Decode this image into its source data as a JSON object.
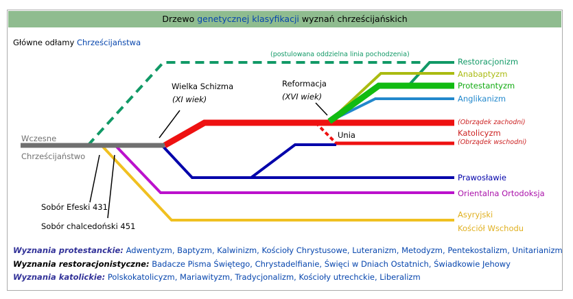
{
  "title": {
    "pre": "Drzewo ",
    "link1": "genetycznej",
    "mid": " ",
    "link2": "klasyfikacji",
    "post": " wyznań chrześcijańskich"
  },
  "subtitle": {
    "pre": "Główne odłamy ",
    "link": "Chrześcijaństwa"
  },
  "labels": {
    "early_line1": "Wczesne",
    "early_line2": "Chrześcijaństwo",
    "great_schism": "Wielka Schizma",
    "great_schism_date": "(XI wiek)",
    "reformation": "Reformacja",
    "reformation_date": "(XVI wiek)",
    "postulated": "(postulowana oddzielna linia pochodzenia)",
    "union": "Unia",
    "ephesus": "Sobór Efeski 431",
    "chalcedon": "Sobór chalcedoński 451"
  },
  "branches": {
    "restorationism": "Restoracjonizm",
    "anabaptism": "Anabaptyzm",
    "protestantism": "Protestantyzm",
    "anglicanism": "Anglikanizm",
    "western_rite": "(Obrządek zachodni)",
    "catholicism": "Katolicyzm",
    "eastern_rite": "(Obrządek wschodni)",
    "orthodoxy": "Prawosławie",
    "oriental": "Orientalna Ortodoksja",
    "assyrian": "Asyryjski",
    "church_east": "Kościół Wschodu"
  },
  "colors": {
    "header_bg": "#8fbc8f",
    "early": "#707070",
    "catholic": "#ee1111",
    "orthodox": "#0000aa",
    "oriental": "#bb11cc",
    "assyrian": "#f0c020",
    "restoration": "#119966",
    "anabaptist": "#aabb11",
    "protestant": "#11bb11",
    "anglican": "#2288cc"
  },
  "footer": [
    {
      "heading": "Wyznania protestanckie:",
      "items": "Adwentyzm, Baptyzm, Kalwinizm, Kościoły Chrystusowe, Luteranizm, Metodyzm, Pentekostalizm, Unitarianizm"
    },
    {
      "heading": "Wyznania restoracjonistyczne:",
      "items": "Badacze Pisma Świętego, Chrystadelfianie, Święci w Dniach Ostatnich, Świadkowie Jehowy"
    },
    {
      "heading": "Wyznania katolickie:",
      "items": "Polskokatolicyzm, Mariawityzm, Tradycjonalizm, Kościoły utrechckie, Liberalizm"
    }
  ]
}
